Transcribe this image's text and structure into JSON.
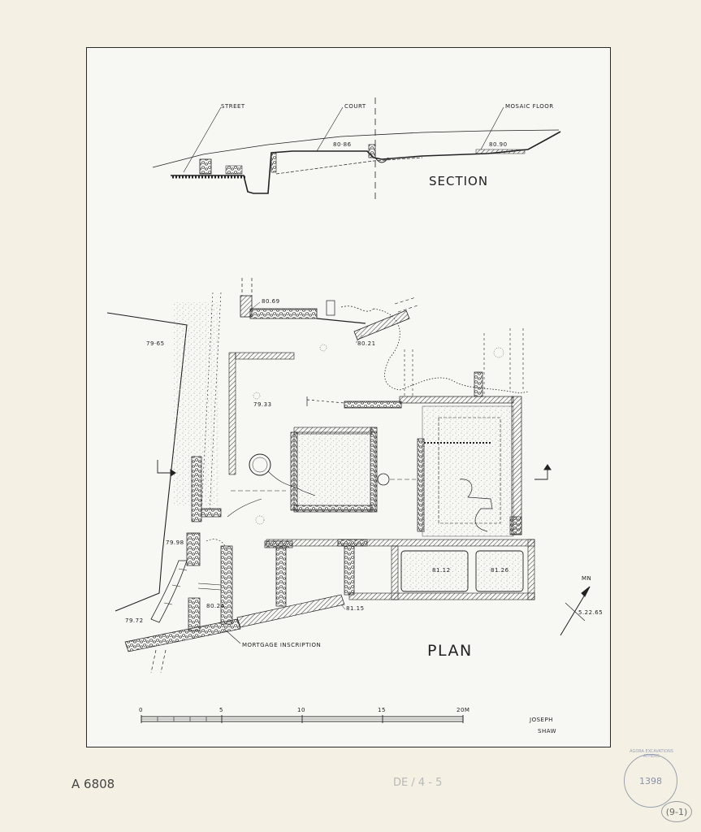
{
  "section": {
    "title": "SECTION",
    "labels": {
      "street": "STREET",
      "court": "COURT",
      "mosaic_floor": "MOSAIC FLOOR"
    },
    "elevations": {
      "court": "80·86",
      "mosaic": "80.90"
    }
  },
  "plan": {
    "title": "PLAN",
    "elevations": [
      "79·65",
      "80.69",
      "80.21",
      "79.33",
      "79.98",
      "79.72",
      "80.24",
      "81.15",
      "81.12",
      "81.26"
    ],
    "annotation": "MORTGAGE INSCRIPTION",
    "north": {
      "label": "MN",
      "date": "5.22.65"
    }
  },
  "scale": {
    "ticks": [
      "0",
      "5",
      "10",
      "15",
      "20M"
    ]
  },
  "credit": {
    "line1": "JOSEPH",
    "line2": "SHAW"
  },
  "archive": {
    "catalog": "A 6808",
    "pencil_note": "DE / 4 - 5",
    "stamp_text": "AGORA EXCAVATIONS ATHENS",
    "stamp_number": "1398",
    "sheet_number": "(9-1)"
  }
}
